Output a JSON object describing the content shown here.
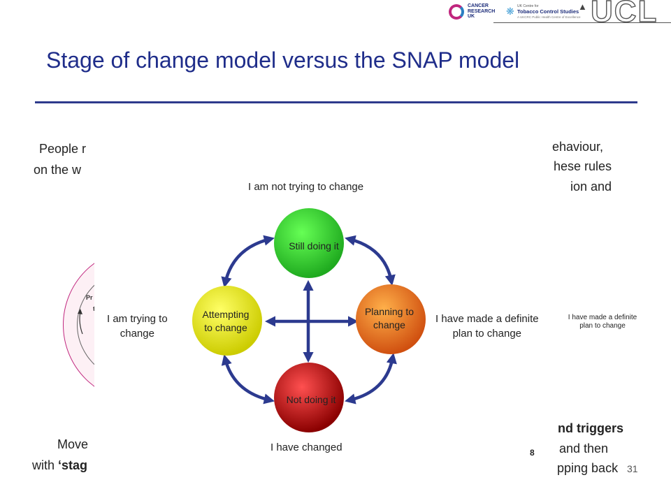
{
  "header": {
    "logos": {
      "cruk": "CANCER\nRESEARCH\nUK",
      "ukctcs_line1": "UK Centre for",
      "ukctcs_line2": "Tobacco Control Studies",
      "ukctcs_line3": "A UKCRC Public Health Centre of Excellence",
      "ucl": "UCL"
    }
  },
  "title": "Stage of change model versus the SNAP model",
  "background": {
    "left_line1": "People r",
    "left_line2": "on the w",
    "right_line1": "ehaviour,",
    "right_line2": "hese rules",
    "right_line3": "ion and",
    "right_small_line1": "I have made a definite",
    "right_small_line2": "plan to change",
    "circle_label_line1": "Pr",
    "circle_label_line2": "to",
    "bottom_left_line1": "Move",
    "bottom_left_line2_prefix": "with ",
    "bottom_left_line2_bold": "‘stag",
    "bottom_right_line1": "nd triggers",
    "bottom_right_line2": "and then",
    "bottom_right_line3": "pping back",
    "page_number": "31"
  },
  "diagram": {
    "labels": {
      "top": "I am not trying to change",
      "left_line1": "I am trying to",
      "left_line2": "change",
      "right_line1": "I have made a definite",
      "right_line2": "plan to change",
      "bottom": "I have changed"
    },
    "nodes": {
      "top": {
        "line1": "Still doing it",
        "color_light": "#66ff55",
        "color_dark": "#1faa1f"
      },
      "left": {
        "line1": "Attempting",
        "line2": "to change",
        "color_light": "#ffff66",
        "color_dark": "#cccc00"
      },
      "right": {
        "line1": "Planning to",
        "line2": "change",
        "color_light": "#ffb04a",
        "color_dark": "#d05010"
      },
      "bottom": {
        "line1": "Not doing it",
        "color_light": "#ff5050",
        "color_dark": "#8a0000"
      }
    },
    "arrow_color": "#2c3a8f",
    "page_number": "8"
  },
  "colors": {
    "title": "#1f2d8a",
    "rule": "#2e3a8c"
  }
}
